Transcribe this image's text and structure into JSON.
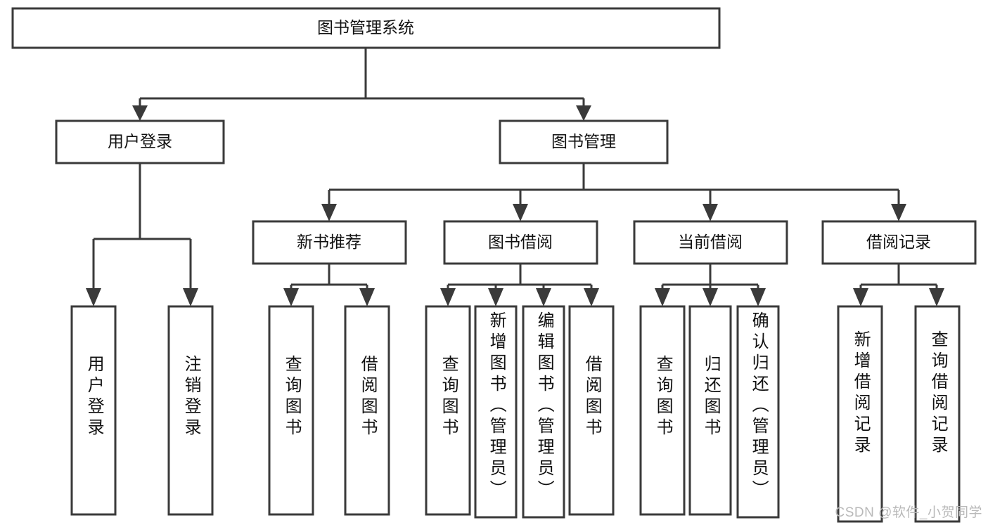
{
  "diagram": {
    "type": "tree-hierarchy",
    "title": "图书管理系统",
    "watermark": "CSDN @软件_小贺同学",
    "colors": {
      "stroke": "#3a3a3a",
      "fill": "#ffffff",
      "text": "#111111",
      "watermark": "#b9b9b9",
      "background": "#ffffff"
    },
    "root": {
      "id": "root",
      "label": "图书管理系统",
      "orientation": "horizontal"
    },
    "level2": [
      {
        "id": "user-login",
        "label": "用户登录",
        "orientation": "horizontal"
      },
      {
        "id": "book-manage",
        "label": "图书管理",
        "orientation": "horizontal"
      }
    ],
    "level3": [
      {
        "id": "new-book-recommend",
        "label": "新书推荐",
        "orientation": "horizontal",
        "parent": "book-manage"
      },
      {
        "id": "book-borrow",
        "label": "图书借阅",
        "orientation": "horizontal",
        "parent": "book-manage"
      },
      {
        "id": "current-borrow",
        "label": "当前借阅",
        "orientation": "horizontal",
        "parent": "book-manage"
      },
      {
        "id": "borrow-record",
        "label": "借阅记录",
        "orientation": "horizontal",
        "parent": "book-manage"
      }
    ],
    "leaves": [
      {
        "id": "leaf-user-login",
        "label": "用户登录",
        "parent": "user-login",
        "orientation": "vertical"
      },
      {
        "id": "leaf-logout-login",
        "label": "注销登录",
        "parent": "user-login",
        "orientation": "vertical"
      },
      {
        "id": "leaf-query-book-1",
        "label": "查询图书",
        "parent": "new-book-recommend",
        "orientation": "vertical"
      },
      {
        "id": "leaf-borrow-book-1",
        "label": "借阅图书",
        "parent": "new-book-recommend",
        "orientation": "vertical"
      },
      {
        "id": "leaf-query-book-2",
        "label": "查询图书",
        "parent": "book-borrow",
        "orientation": "vertical"
      },
      {
        "id": "leaf-add-book",
        "label": "新增图书（管理员）",
        "parent": "book-borrow",
        "orientation": "vertical"
      },
      {
        "id": "leaf-edit-book",
        "label": "编辑图书（管理员）",
        "parent": "book-borrow",
        "orientation": "vertical"
      },
      {
        "id": "leaf-borrow-book-2",
        "label": "借阅图书",
        "parent": "book-borrow",
        "orientation": "vertical"
      },
      {
        "id": "leaf-query-book-3",
        "label": "查询图书",
        "parent": "current-borrow",
        "orientation": "vertical"
      },
      {
        "id": "leaf-return-book",
        "label": "归还图书",
        "parent": "current-borrow",
        "orientation": "vertical"
      },
      {
        "id": "leaf-confirm-return",
        "label": "确认归还（管理员）",
        "parent": "current-borrow",
        "orientation": "vertical"
      },
      {
        "id": "leaf-add-record",
        "label": "新增借阅记录",
        "parent": "borrow-record",
        "orientation": "vertical"
      },
      {
        "id": "leaf-query-record",
        "label": "查询借阅记录",
        "parent": "borrow-record",
        "orientation": "vertical"
      }
    ]
  }
}
